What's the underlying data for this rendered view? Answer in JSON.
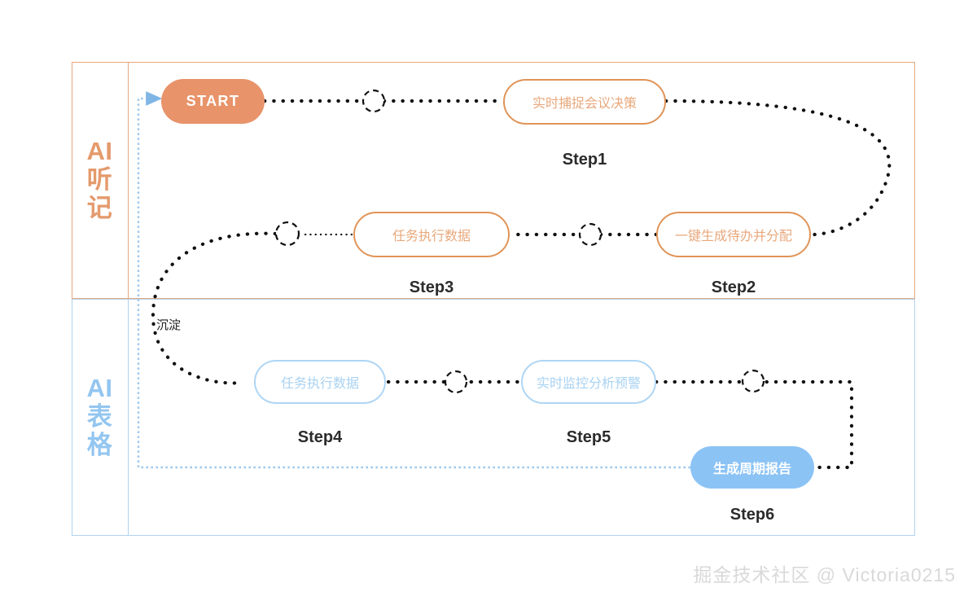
{
  "sections": [
    {
      "id": "ai-listen",
      "label_lines": [
        "AI",
        "听",
        "记"
      ],
      "color": "#E49A6C",
      "border": "#E8A87C"
    },
    {
      "id": "ai-table",
      "label_lines": [
        "AI",
        "表",
        "格"
      ],
      "color": "#93C6F0",
      "border": "#AFD1EE"
    }
  ],
  "nodes": {
    "start": {
      "label": "START"
    },
    "step1": {
      "label": "实时捕捉会议决策",
      "caption": "Step1"
    },
    "step2": {
      "label": "一键生成待办并分配",
      "caption": "Step2"
    },
    "step3": {
      "label": "任务执行数据",
      "caption": "Step3"
    },
    "step4": {
      "label": "任务执行数据",
      "caption": "Step4"
    },
    "step5": {
      "label": "实时监控分析预警",
      "caption": "Step5"
    },
    "step6": {
      "label": "生成周期报告",
      "caption": "Step6"
    }
  },
  "annotations": {
    "flow_label": "沉淀"
  },
  "watermark": {
    "text": "掘金技术社区 @ Victoria0215"
  },
  "colors": {
    "orange_fill": "#E8936A",
    "orange_stroke": "#E09458",
    "orange_text": "#E8A87C",
    "blue_fill": "#8CC3F5",
    "blue_stroke": "#AFD6F5",
    "blue_text": "#A8D2F2",
    "dotted_path": "#111111",
    "feedback_path": "#9EC9EE",
    "caption_text": "#2b2b2b"
  }
}
